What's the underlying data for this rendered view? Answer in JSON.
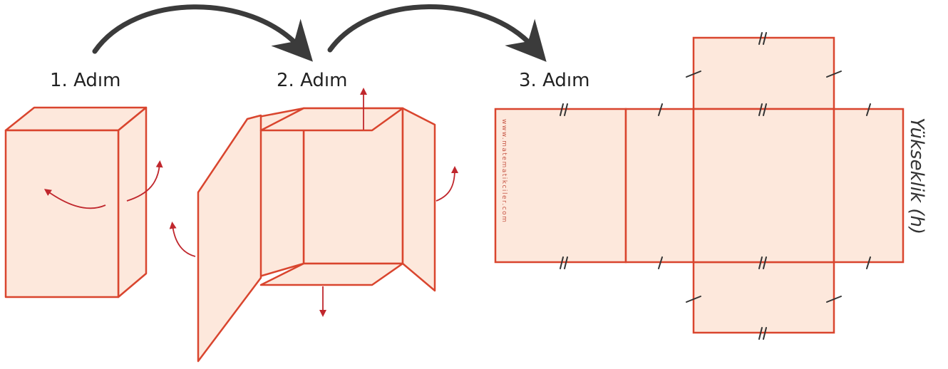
{
  "steps": [
    {
      "label": "1. Adım"
    },
    {
      "label": "2. Adım"
    },
    {
      "label": "3. Adım"
    }
  ],
  "watermark": "www.matematikciler.com",
  "height_label": "Yükseklik (h)",
  "colors": {
    "face_fill": "#fde8dc",
    "edge": "#d9452e",
    "fold_arrow": "#c0272d",
    "step_arrow": "#3b3b3b",
    "text": "#222222"
  }
}
